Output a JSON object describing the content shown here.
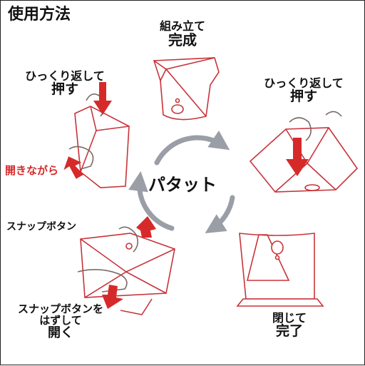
{
  "title": "使用方法",
  "center_label": "パタット",
  "steps": {
    "complete": {
      "line1": "組み立て",
      "line2": "完成"
    },
    "flip_push_left": {
      "line1": "ひっくり返して",
      "line2": "押す"
    },
    "flip_push_right": {
      "line1": "ひっくり返して",
      "line2": "押す"
    },
    "open_while": "開きながら",
    "snap_button": "スナップボタン",
    "unsnap_open": {
      "line1": "スナップボタンを",
      "line2": "はずして",
      "line3": "開く"
    },
    "close_complete": {
      "line1": "閉じて",
      "line2": "完了"
    }
  },
  "colors": {
    "accent_red": "#d62a2a",
    "outline_red": "#c8333a",
    "hand_line": "#7a6a64",
    "cycle_gray": "#9a9ea6",
    "text": "#111111",
    "border": "#222222"
  }
}
